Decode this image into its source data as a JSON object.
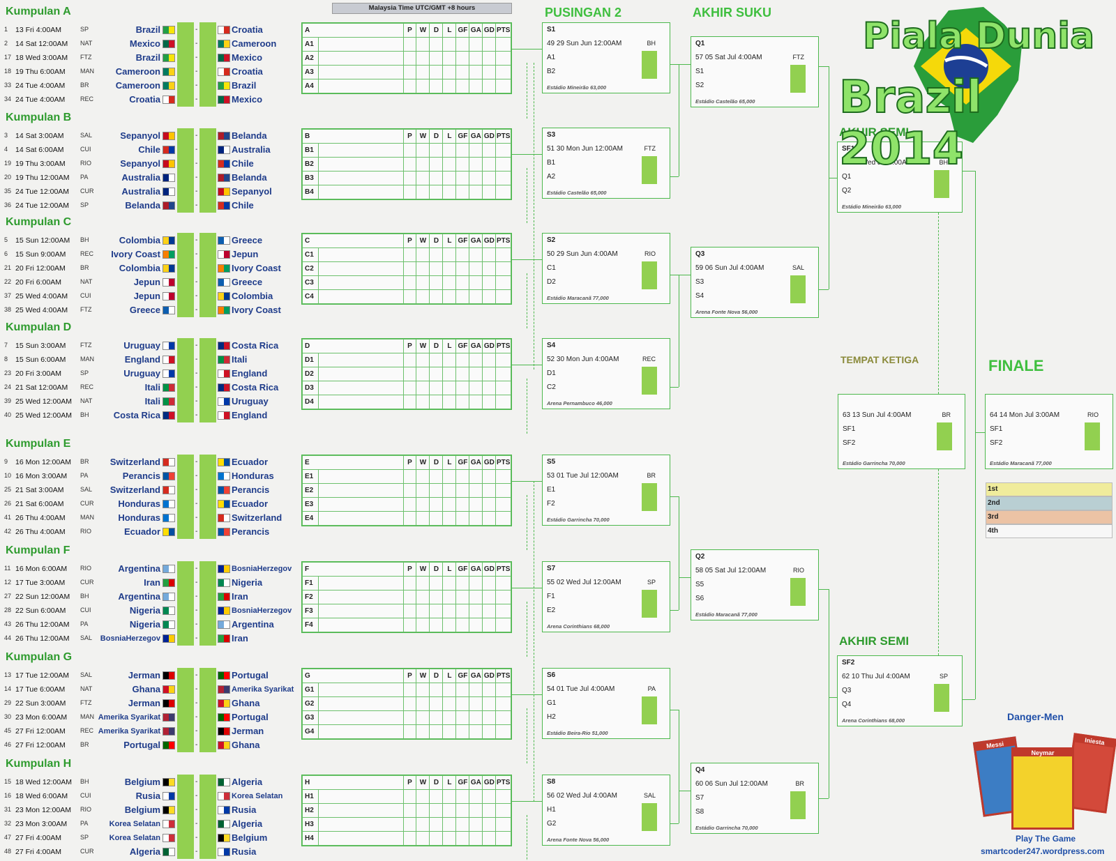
{
  "header": {
    "timezone_note": "Malaysia Time UTC/GMT +8 hours",
    "title_line1": "Piala Dunia",
    "title_line2": "Brazil 2014"
  },
  "groups": [
    {
      "title": "Kumpulan A",
      "letter": "A",
      "slots": [
        "A1",
        "A2",
        "A3",
        "A4"
      ],
      "matches": [
        {
          "no": "1",
          "date": "13 Fri 4:00AM",
          "venue": "SP",
          "home": "Brazil",
          "away": "Croatia"
        },
        {
          "no": "2",
          "date": "14 Sat 12:00AM",
          "venue": "NAT",
          "home": "Mexico",
          "away": "Cameroon"
        },
        {
          "no": "17",
          "date": "18 Wed 3:00AM",
          "venue": "FTZ",
          "home": "Brazil",
          "away": "Mexico"
        },
        {
          "no": "18",
          "date": "19 Thu 6:00AM",
          "venue": "MAN",
          "home": "Cameroon",
          "away": "Croatia"
        },
        {
          "no": "33",
          "date": "24 Tue 4:00AM",
          "venue": "BR",
          "home": "Cameroon",
          "away": "Brazil"
        },
        {
          "no": "34",
          "date": "24 Tue 4:00AM",
          "venue": "REC",
          "home": "Croatia",
          "away": "Mexico"
        }
      ]
    },
    {
      "title": "Kumpulan B",
      "letter": "B",
      "slots": [
        "B1",
        "B2",
        "B3",
        "B4"
      ],
      "matches": [
        {
          "no": "3",
          "date": "14 Sat 3:00AM",
          "venue": "SAL",
          "home": "Sepanyol",
          "away": "Belanda"
        },
        {
          "no": "4",
          "date": "14 Sat 6:00AM",
          "venue": "CUI",
          "home": "Chile",
          "away": "Australia"
        },
        {
          "no": "19",
          "date": "19 Thu 3:00AM",
          "venue": "RIO",
          "home": "Sepanyol",
          "away": "Chile"
        },
        {
          "no": "20",
          "date": "19 Thu 12:00AM",
          "venue": "PA",
          "home": "Australia",
          "away": "Belanda"
        },
        {
          "no": "35",
          "date": "24 Tue 12:00AM",
          "venue": "CUR",
          "home": "Australia",
          "away": "Sepanyol"
        },
        {
          "no": "36",
          "date": "24 Tue 12:00AM",
          "venue": "SP",
          "home": "Belanda",
          "away": "Chile"
        }
      ]
    },
    {
      "title": "Kumpulan C",
      "letter": "C",
      "slots": [
        "C1",
        "C2",
        "C3",
        "C4"
      ],
      "matches": [
        {
          "no": "5",
          "date": "15 Sun 12:00AM",
          "venue": "BH",
          "home": "Colombia",
          "away": "Greece"
        },
        {
          "no": "6",
          "date": "15 Sun 9:00AM",
          "venue": "REC",
          "home": "Ivory Coast",
          "away": "Jepun"
        },
        {
          "no": "21",
          "date": "20 Fri 12:00AM",
          "venue": "BR",
          "home": "Colombia",
          "away": "Ivory Coast"
        },
        {
          "no": "22",
          "date": "20 Fri 6:00AM",
          "venue": "NAT",
          "home": "Jepun",
          "away": "Greece"
        },
        {
          "no": "37",
          "date": "25 Wed 4:00AM",
          "venue": "CUI",
          "home": "Jepun",
          "away": "Colombia"
        },
        {
          "no": "38",
          "date": "25 Wed 4:00AM",
          "venue": "FTZ",
          "home": "Greece",
          "away": "Ivory Coast"
        }
      ]
    },
    {
      "title": "Kumpulan D",
      "letter": "D",
      "slots": [
        "D1",
        "D2",
        "D3",
        "D4"
      ],
      "matches": [
        {
          "no": "7",
          "date": "15 Sun 3:00AM",
          "venue": "FTZ",
          "home": "Uruguay",
          "away": "Costa Rica"
        },
        {
          "no": "8",
          "date": "15 Sun 6:00AM",
          "venue": "MAN",
          "home": "England",
          "away": "Itali"
        },
        {
          "no": "23",
          "date": "20 Fri 3:00AM",
          "venue": "SP",
          "home": "Uruguay",
          "away": "England"
        },
        {
          "no": "24",
          "date": "21 Sat 12:00AM",
          "venue": "REC",
          "home": "Itali",
          "away": "Costa Rica"
        },
        {
          "no": "39",
          "date": "25 Wed 12:00AM",
          "venue": "NAT",
          "home": "Itali",
          "away": "Uruguay"
        },
        {
          "no": "40",
          "date": "25 Wed 12:00AM",
          "venue": "BH",
          "home": "Costa Rica",
          "away": "England"
        }
      ]
    },
    {
      "title": "Kumpulan E",
      "letter": "E",
      "slots": [
        "E1",
        "E2",
        "E3",
        "E4"
      ],
      "matches": [
        {
          "no": "9",
          "date": "16 Mon 12:00AM",
          "venue": "BR",
          "home": "Switzerland",
          "away": "Ecuador"
        },
        {
          "no": "10",
          "date": "16 Mon 3:00AM",
          "venue": "PA",
          "home": "Perancis",
          "away": "Honduras"
        },
        {
          "no": "25",
          "date": "21 Sat 3:00AM",
          "venue": "SAL",
          "home": "Switzerland",
          "away": "Perancis"
        },
        {
          "no": "26",
          "date": "21 Sat 6:00AM",
          "venue": "CUR",
          "home": "Honduras",
          "away": "Ecuador"
        },
        {
          "no": "41",
          "date": "26 Thu 4:00AM",
          "venue": "MAN",
          "home": "Honduras",
          "away": "Switzerland"
        },
        {
          "no": "42",
          "date": "26 Thu 4:00AM",
          "venue": "RIO",
          "home": "Ecuador",
          "away": "Perancis"
        }
      ]
    },
    {
      "title": "Kumpulan F",
      "letter": "F",
      "slots": [
        "F1",
        "F2",
        "F3",
        "F4"
      ],
      "matches": [
        {
          "no": "11",
          "date": "16 Mon 6:00AM",
          "venue": "RIO",
          "home": "Argentina",
          "away": "BosniaHerzegov"
        },
        {
          "no": "12",
          "date": "17 Tue 3:00AM",
          "venue": "CUR",
          "home": "Iran",
          "away": "Nigeria"
        },
        {
          "no": "27",
          "date": "22 Sun 12:00AM",
          "venue": "BH",
          "home": "Argentina",
          "away": "Iran"
        },
        {
          "no": "28",
          "date": "22 Sun 6:00AM",
          "venue": "CUI",
          "home": "Nigeria",
          "away": "BosniaHerzegov"
        },
        {
          "no": "43",
          "date": "26 Thu 12:00AM",
          "venue": "PA",
          "home": "Nigeria",
          "away": "Argentina"
        },
        {
          "no": "44",
          "date": "26 Thu 12:00AM",
          "venue": "SAL",
          "home": "BosniaHerzegov",
          "away": "Iran"
        }
      ]
    },
    {
      "title": "Kumpulan G",
      "letter": "G",
      "slots": [
        "G1",
        "G2",
        "G3",
        "G4"
      ],
      "matches": [
        {
          "no": "13",
          "date": "17 Tue 12:00AM",
          "venue": "SAL",
          "home": "Jerman",
          "away": "Portugal"
        },
        {
          "no": "14",
          "date": "17 Tue 6:00AM",
          "venue": "NAT",
          "home": "Ghana",
          "away": "Amerika Syarikat"
        },
        {
          "no": "29",
          "date": "22 Sun 3:00AM",
          "venue": "FTZ",
          "home": "Jerman",
          "away": "Ghana"
        },
        {
          "no": "30",
          "date": "23 Mon 6:00AM",
          "venue": "MAN",
          "home": "Amerika Syarikat",
          "away": "Portugal"
        },
        {
          "no": "45",
          "date": "27 Fri 12:00AM",
          "venue": "REC",
          "home": "Amerika Syarikat",
          "away": "Jerman"
        },
        {
          "no": "46",
          "date": "27 Fri 12:00AM",
          "venue": "BR",
          "home": "Portugal",
          "away": "Ghana"
        }
      ]
    },
    {
      "title": "Kumpulan H",
      "letter": "H",
      "slots": [
        "H1",
        "H2",
        "H3",
        "H4"
      ],
      "matches": [
        {
          "no": "15",
          "date": "18 Wed 12:00AM",
          "venue": "BH",
          "home": "Belgium",
          "away": "Algeria"
        },
        {
          "no": "16",
          "date": "18 Wed 6:00AM",
          "venue": "CUI",
          "home": "Rusia",
          "away": "Korea Selatan"
        },
        {
          "no": "31",
          "date": "23 Mon 12:00AM",
          "venue": "RIO",
          "home": "Belgium",
          "away": "Rusia"
        },
        {
          "no": "32",
          "date": "23 Mon 3:00AM",
          "venue": "PA",
          "home": "Korea Selatan",
          "away": "Algeria"
        },
        {
          "no": "47",
          "date": "27 Fri 4:00AM",
          "venue": "SP",
          "home": "Korea Selatan",
          "away": "Belgium"
        },
        {
          "no": "48",
          "date": "27 Fri 4:00AM",
          "venue": "CUR",
          "home": "Algeria",
          "away": "Rusia"
        }
      ]
    }
  ],
  "standing_cols": [
    "P",
    "W",
    "D",
    "L",
    "GF",
    "GA",
    "GD",
    "PTS"
  ],
  "rounds": {
    "r16_title": "PUSINGAN 2",
    "qf_title": "AKHIR SUKU",
    "sf1_title": "AKHIR SEMI",
    "sf2_title": "AKHIR SEMI",
    "third_title": "TEMPAT KETIGA",
    "final_title": "FINALE"
  },
  "r16": [
    {
      "code": "S1",
      "info": "49   29 Sun Jun 12:00AM",
      "venue": "BH",
      "s1": "A1",
      "s2": "B2",
      "stadium": "Estádio Mineirão 63,000"
    },
    {
      "code": "S3",
      "info": "51   30 Mon Jun 12:00AM",
      "venue": "FTZ",
      "s1": "B1",
      "s2": "A2",
      "stadium": "Estádio Castelão 65,000"
    },
    {
      "code": "S2",
      "info": "50   29 Sun Jun 4:00AM",
      "venue": "RIO",
      "s1": "C1",
      "s2": "D2",
      "stadium": "Estádio Maracanã 77,000"
    },
    {
      "code": "S4",
      "info": "52   30 Mon Jun 4:00AM",
      "venue": "REC",
      "s1": "D1",
      "s2": "C2",
      "stadium": "Arena Pernambuco 46,000"
    },
    {
      "code": "S5",
      "info": "53   01 Tue Jul 12:00AM",
      "venue": "BR",
      "s1": "E1",
      "s2": "F2",
      "stadium": "Estádio Garrincha 70,000"
    },
    {
      "code": "S7",
      "info": "55   02 Wed Jul 12:00AM",
      "venue": "SP",
      "s1": "F1",
      "s2": "E2",
      "stadium": "Arena Corinthians 68,000"
    },
    {
      "code": "S6",
      "info": "54   01 Tue Jul 4:00AM",
      "venue": "PA",
      "s1": "G1",
      "s2": "H2",
      "stadium": "Estádio Beira-Rio 51,000"
    },
    {
      "code": "S8",
      "info": "56   02 Wed Jul 4:00AM",
      "venue": "SAL",
      "s1": "H1",
      "s2": "G2",
      "stadium": "Arena Fonte Nova 56,000"
    }
  ],
  "qf": [
    {
      "code": "Q1",
      "info": "57   05 Sat Jul 4:00AM",
      "venue": "FTZ",
      "s1": "S1",
      "s2": "S2",
      "stadium": "Estádio Castelão 65,000"
    },
    {
      "code": "Q3",
      "info": "59   06 Sun Jul 4:00AM",
      "venue": "SAL",
      "s1": "S3",
      "s2": "S4",
      "stadium": "Arena Fonte Nova 56,000"
    },
    {
      "code": "Q2",
      "info": "58   05 Sat Jul 12:00AM",
      "venue": "RIO",
      "s1": "S5",
      "s2": "S6",
      "stadium": "Estádio Maracanã 77,000"
    },
    {
      "code": "Q4",
      "info": "60   06 Sun Jul 12:00AM",
      "venue": "BR",
      "s1": "S7",
      "s2": "S8",
      "stadium": "Estádio Garrincha 70,000"
    }
  ],
  "sf": [
    {
      "code": "SF1",
      "info": "61   09 Wed Jul 4:00AM",
      "venue": "BH",
      "s1": "Q1",
      "s2": "Q2",
      "stadium": "Estádio Mineirão 63,000"
    },
    {
      "code": "SF2",
      "info": "62   10 Thu Jul 4:00AM",
      "venue": "SP",
      "s1": "Q3",
      "s2": "Q4",
      "stadium": "Arena Corinthians 68,000"
    }
  ],
  "third": {
    "code": "",
    "info": "63   13 Sun Jul 4:00AM",
    "venue": "BR",
    "s1": "SF1",
    "s2": "SF2",
    "stadium": "Estádio Garrincha 70,000"
  },
  "final": {
    "code": "",
    "info": "64   14 Mon Jul 3:00AM",
    "venue": "RIO",
    "s1": "SF1",
    "s2": "SF2",
    "stadium": "Estádio Maracanã 77,000"
  },
  "legend": [
    {
      "label": "1st",
      "color": "#f0ec9c"
    },
    {
      "label": "2nd",
      "color": "#b9cfd3"
    },
    {
      "label": "3rd",
      "color": "#ecc3a5"
    },
    {
      "label": "4th",
      "color": "#f7f7f7"
    }
  ],
  "promo": {
    "title": "Danger-Men",
    "card_left": "Messi",
    "card_mid": "Neymar",
    "card_right": "Iniesta",
    "play": "Play The Game",
    "site": "smartcoder247.wordpress.com"
  },
  "colors": {
    "accent": "#3fbf3f",
    "score": "#92d050",
    "team": "#1f3c8a"
  }
}
